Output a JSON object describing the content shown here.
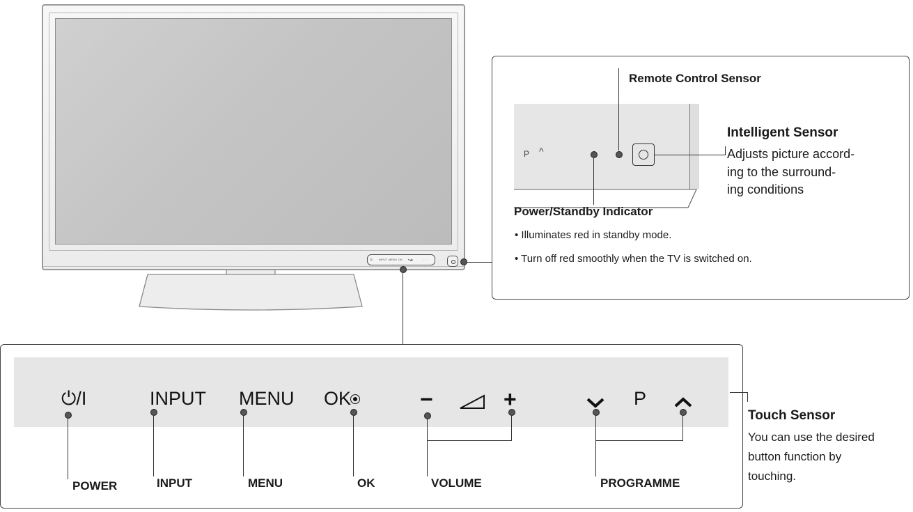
{
  "diagram": {
    "sensor_callout": {
      "remote_control_sensor": "Remote Control Sensor",
      "intelligent_sensor_title": "Intelligent Sensor",
      "intelligent_sensor_desc_lines": [
        "Adjusts picture accord-",
        "ing to the surround-",
        "ing conditions"
      ],
      "power_standby_title": "Power/Standby Indicator",
      "power_standby_notes": [
        "• Illuminates red in standby mode.",
        "• Turn off red smoothly when the TV is switched on."
      ],
      "panel_marks": {
        "p": "P",
        "up": "^"
      }
    },
    "touch_panel": {
      "glyphs": {
        "power": "⏻/I",
        "input": "INPUT",
        "menu": "MENU",
        "ok": "OK",
        "vol_minus": "−",
        "vol_icon": "◺",
        "vol_plus": "+",
        "prog_down": "⌄",
        "prog_p": "P",
        "prog_up": "^"
      },
      "labels": {
        "power": "POWER",
        "input": "INPUT",
        "menu": "MENU",
        "ok": "OK",
        "volume": "VOLUME",
        "programme": "PROGRAMME"
      },
      "touch_sensor_title": "Touch Sensor",
      "touch_sensor_desc_lines": [
        "You can use the desired",
        "button function by",
        "touching."
      ]
    }
  }
}
